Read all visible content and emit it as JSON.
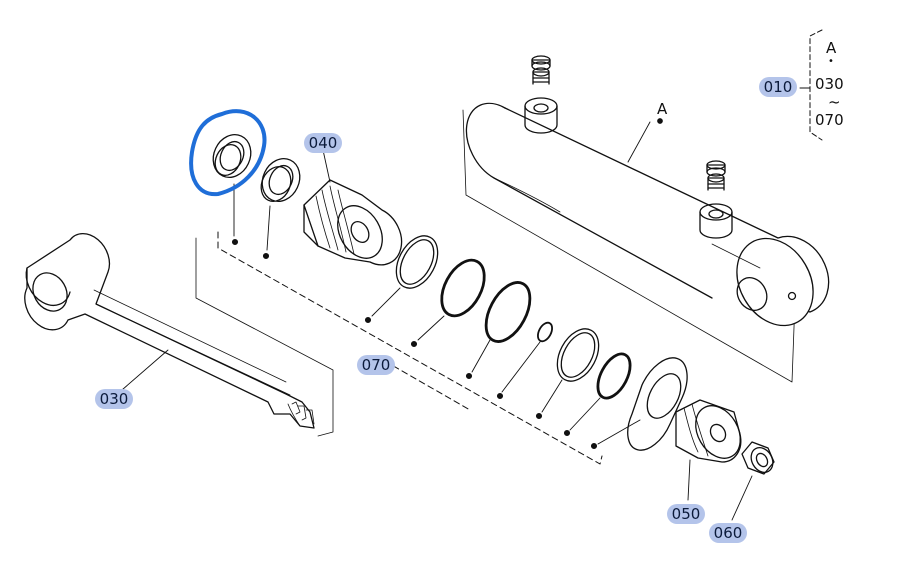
{
  "colors": {
    "callout_fill": "#b4c4ea",
    "highlight": "#1f6ed8",
    "line": "#111111"
  },
  "callouts": {
    "p010": "010",
    "p030": "030",
    "p040": "040",
    "p050": "050",
    "p060": "060",
    "p070": "070"
  },
  "cylinder_label": "A",
  "legend": {
    "top": "A",
    "dot": "•",
    "from": "030",
    "tilde": "~",
    "to": "070"
  },
  "icons": {
    "highlight": "circle-highlight-icon"
  }
}
